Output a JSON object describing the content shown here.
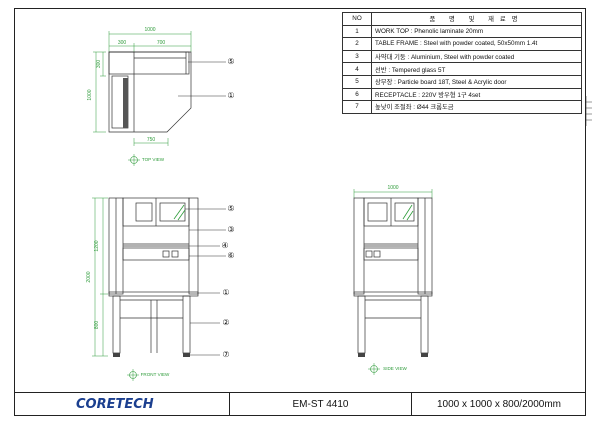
{
  "bom": {
    "headers": {
      "no": "NO",
      "desc": "품 명 및 재료명"
    },
    "rows": [
      {
        "no": "1",
        "desc": "WORK TOP : Phenolic laminate 20mm"
      },
      {
        "no": "2",
        "desc": "TABLE FRAME : Steel with powder coated, 50x50mm 1.4t"
      },
      {
        "no": "3",
        "desc": "사약대 기둥 : Aluminium, Steel with powder coated"
      },
      {
        "no": "4",
        "desc": "선반 : Tempered glass 5T"
      },
      {
        "no": "5",
        "desc": "상부장 : Particle board 18T, Steel & Acrylic door"
      },
      {
        "no": "6",
        "desc": "RECEPTACLE : 220V 방우형 1구 4set"
      },
      {
        "no": "7",
        "desc": "높낮이 조절좌 : Ø44 크롬도금"
      }
    ]
  },
  "top_view": {
    "dim_overall": "1000",
    "dim_left": "300",
    "dim_right": "700",
    "dim_vertical_left": "1000",
    "dim_vertical_inner": "300",
    "dim_bottom": "750",
    "label": "TOP VIEW",
    "callouts": [
      "⑤",
      "①"
    ]
  },
  "front_view": {
    "dim_total_height": "2000",
    "dim_upper": "1200",
    "dim_lower": "800",
    "label": "FRONT VIEW",
    "callouts": [
      "⑤",
      "③",
      "④",
      "⑥",
      "①",
      "②",
      "⑦"
    ]
  },
  "side_view": {
    "dim_width": "1000",
    "label": "SIDE VIEW"
  },
  "title_block": {
    "logo": "CORETECH",
    "model": "EM-ST 4410",
    "size": "1000 x 1000 x 800/2000mm"
  },
  "colors": {
    "line": "#333333",
    "dimension": "#2e9b3a",
    "logo": "#1b3f8f"
  }
}
